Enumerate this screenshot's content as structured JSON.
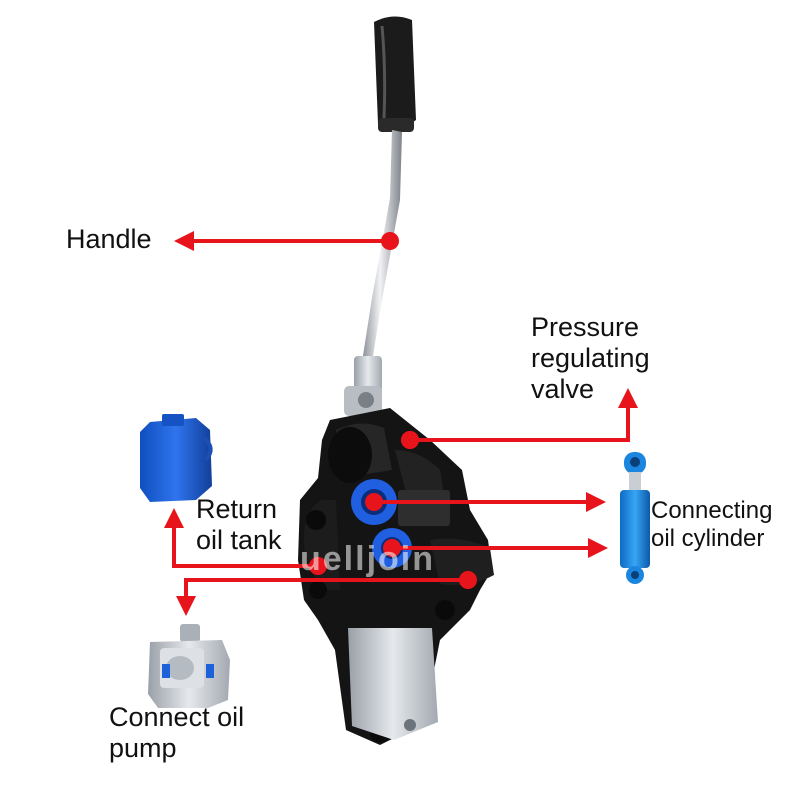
{
  "labels": {
    "handle": "Handle",
    "pressure_valve": [
      "Pressure",
      "regulating",
      "valve"
    ],
    "return_tank": [
      "Return",
      "oil tank"
    ],
    "cylinder": [
      "Connecting",
      "oil cylinder"
    ],
    "pump": [
      "Connect oil",
      "pump"
    ]
  },
  "watermark": "uelljoin",
  "colors": {
    "arrow": "#e8141b",
    "valve_body": "#141414",
    "tank": "#1e5bd6",
    "cylinder": "#1a86e0",
    "pump_silver": "#c8cdd3"
  }
}
